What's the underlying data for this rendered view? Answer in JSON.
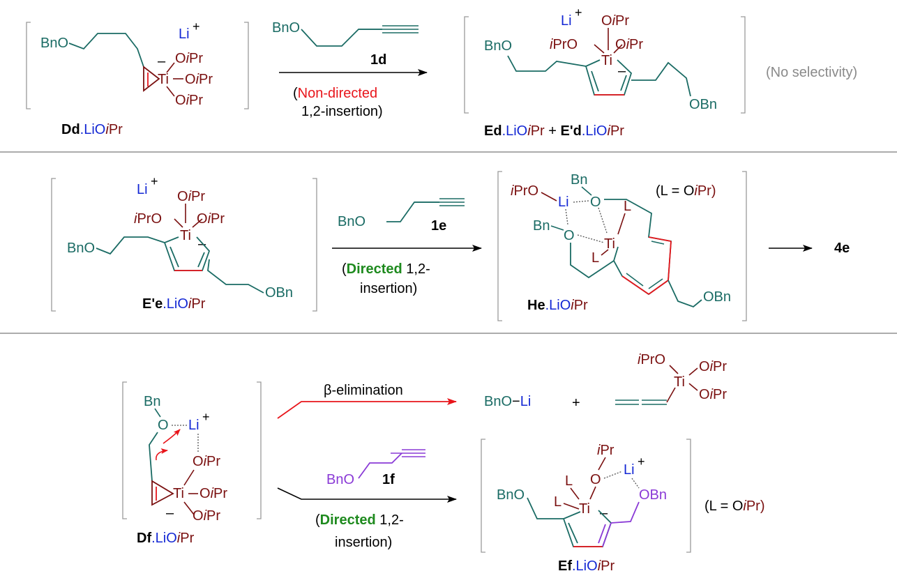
{
  "colors": {
    "black": "#000000",
    "teal": "#1a6b64",
    "maroon": "#7a1010",
    "blue": "#1428d4",
    "red": "#e8151b",
    "green": "#1e8a1e",
    "purple": "#8a3ad6",
    "gray": "#8a8a8a",
    "bracket": "#9a9a9a",
    "divider": "#7a7a7a"
  },
  "row1": {
    "reactant": {
      "label_bold": "Dd",
      "label_rest": ".LiO",
      "label_italic": "i",
      "label_end": "Pr",
      "bno": "BnO",
      "li": "Li",
      "plus": "+",
      "minus": "–",
      "ti": "Ti",
      "o1": "O",
      "i1": "i",
      "pr1": "Pr",
      "o2": "O",
      "i2": "i",
      "pr2": "Pr",
      "o3": "O",
      "i3": "i",
      "pr3": "Pr"
    },
    "reagent": {
      "bno": "BnO",
      "code": "1d"
    },
    "condition_line1": "Non-directed",
    "condition_open": "(",
    "condition_line2": "1,2-insertion)",
    "product": {
      "label_bold1": "Ed",
      "label_mid": ".LiO",
      "label_italic": "i",
      "label_pr": "Pr",
      "label_plus": " + ",
      "label_bold2": "E'd",
      "label_mid2": ".LiO",
      "label_italic2": "i",
      "label_pr2": "Pr",
      "bno": "BnO",
      "obn": "OBn",
      "li": "Li",
      "plus": "+",
      "ti": "Ti",
      "minus": "–",
      "top_o": "O",
      "top_i": "i",
      "top_pr": "Pr",
      "left_i": "i",
      "left_pro": "PrO",
      "right_o": "O",
      "right_i": "i",
      "right_pr": "Pr"
    },
    "note": "(No selectivity)"
  },
  "row2": {
    "reactant": {
      "label_bold": "E'e",
      "label_rest": ".LiO",
      "label_italic": "i",
      "label_end": "Pr",
      "bno": "BnO",
      "obn": "OBn",
      "li": "Li",
      "plus": "+",
      "ti": "Ti",
      "minus": "–",
      "top_o": "O",
      "top_i": "i",
      "top_pr": "Pr",
      "left_i": "i",
      "left_pro": "PrO",
      "right_o": "O",
      "right_i": "i",
      "right_pr": "Pr"
    },
    "reagent": {
      "bno": "BnO",
      "code": "1e"
    },
    "condition_open": "(",
    "condition_bold": "Directed",
    "condition_rest": " 1,2-",
    "condition_line2": "insertion)",
    "intermediate": {
      "label_bold": "He",
      "label_rest": ".LiO",
      "label_italic": "i",
      "label_end": "Pr",
      "i_pro_i": "i",
      "i_pro": "PrO",
      "li": "Li",
      "bn_top": "Bn",
      "o_top": "O",
      "bn_left": "Bn",
      "o_left": "O",
      "ti": "Ti",
      "l1": "L",
      "l2": "L",
      "obn": "OBn",
      "legend_open": "(L = O",
      "legend_i": "i",
      "legend_close": "Pr)"
    },
    "product": "4e"
  },
  "row3": {
    "reactant": {
      "label_bold": "Df",
      "label_rest": ".LiO",
      "label_italic": "i",
      "label_end": "Pr",
      "bn": "Bn",
      "o": "O",
      "li": "Li",
      "plus": "+",
      "ti": "Ti",
      "minus": "–",
      "o1": "O",
      "i1": "i",
      "pr1": "Pr",
      "o2": "O",
      "i2": "i",
      "pr2": "Pr",
      "o3": "O",
      "i3": "i",
      "pr3": "Pr"
    },
    "elimination": {
      "label": "β-elimination",
      "bno_li_a": "BnO",
      "bno_li_dash": "−",
      "bno_li_b": "Li",
      "plus": "+",
      "ti": "Ti",
      "top_i": "i",
      "top_pro": "PrO",
      "o1": "O",
      "i1": "i",
      "pr1": "Pr",
      "o2": "O",
      "i2": "i",
      "pr2": "Pr"
    },
    "reagent": {
      "bno": "BnO",
      "code": "1f"
    },
    "condition_open": "(",
    "condition_bold": "Directed",
    "condition_rest": " 1,2-",
    "condition_line2": "insertion)",
    "product": {
      "label_bold": "Ef",
      "label_rest": ".LiO",
      "label_italic": "i",
      "label_end": "Pr",
      "bno": "BnO",
      "obn": "OBn",
      "i": "i",
      "pr": "Pr",
      "o": "O",
      "li": "Li",
      "plus": "+",
      "l1": "L",
      "l2": "L",
      "ti": "Ti",
      "minus": "–"
    },
    "legend_open": "(L = O",
    "legend_i": "i",
    "legend_close": "Pr)"
  }
}
